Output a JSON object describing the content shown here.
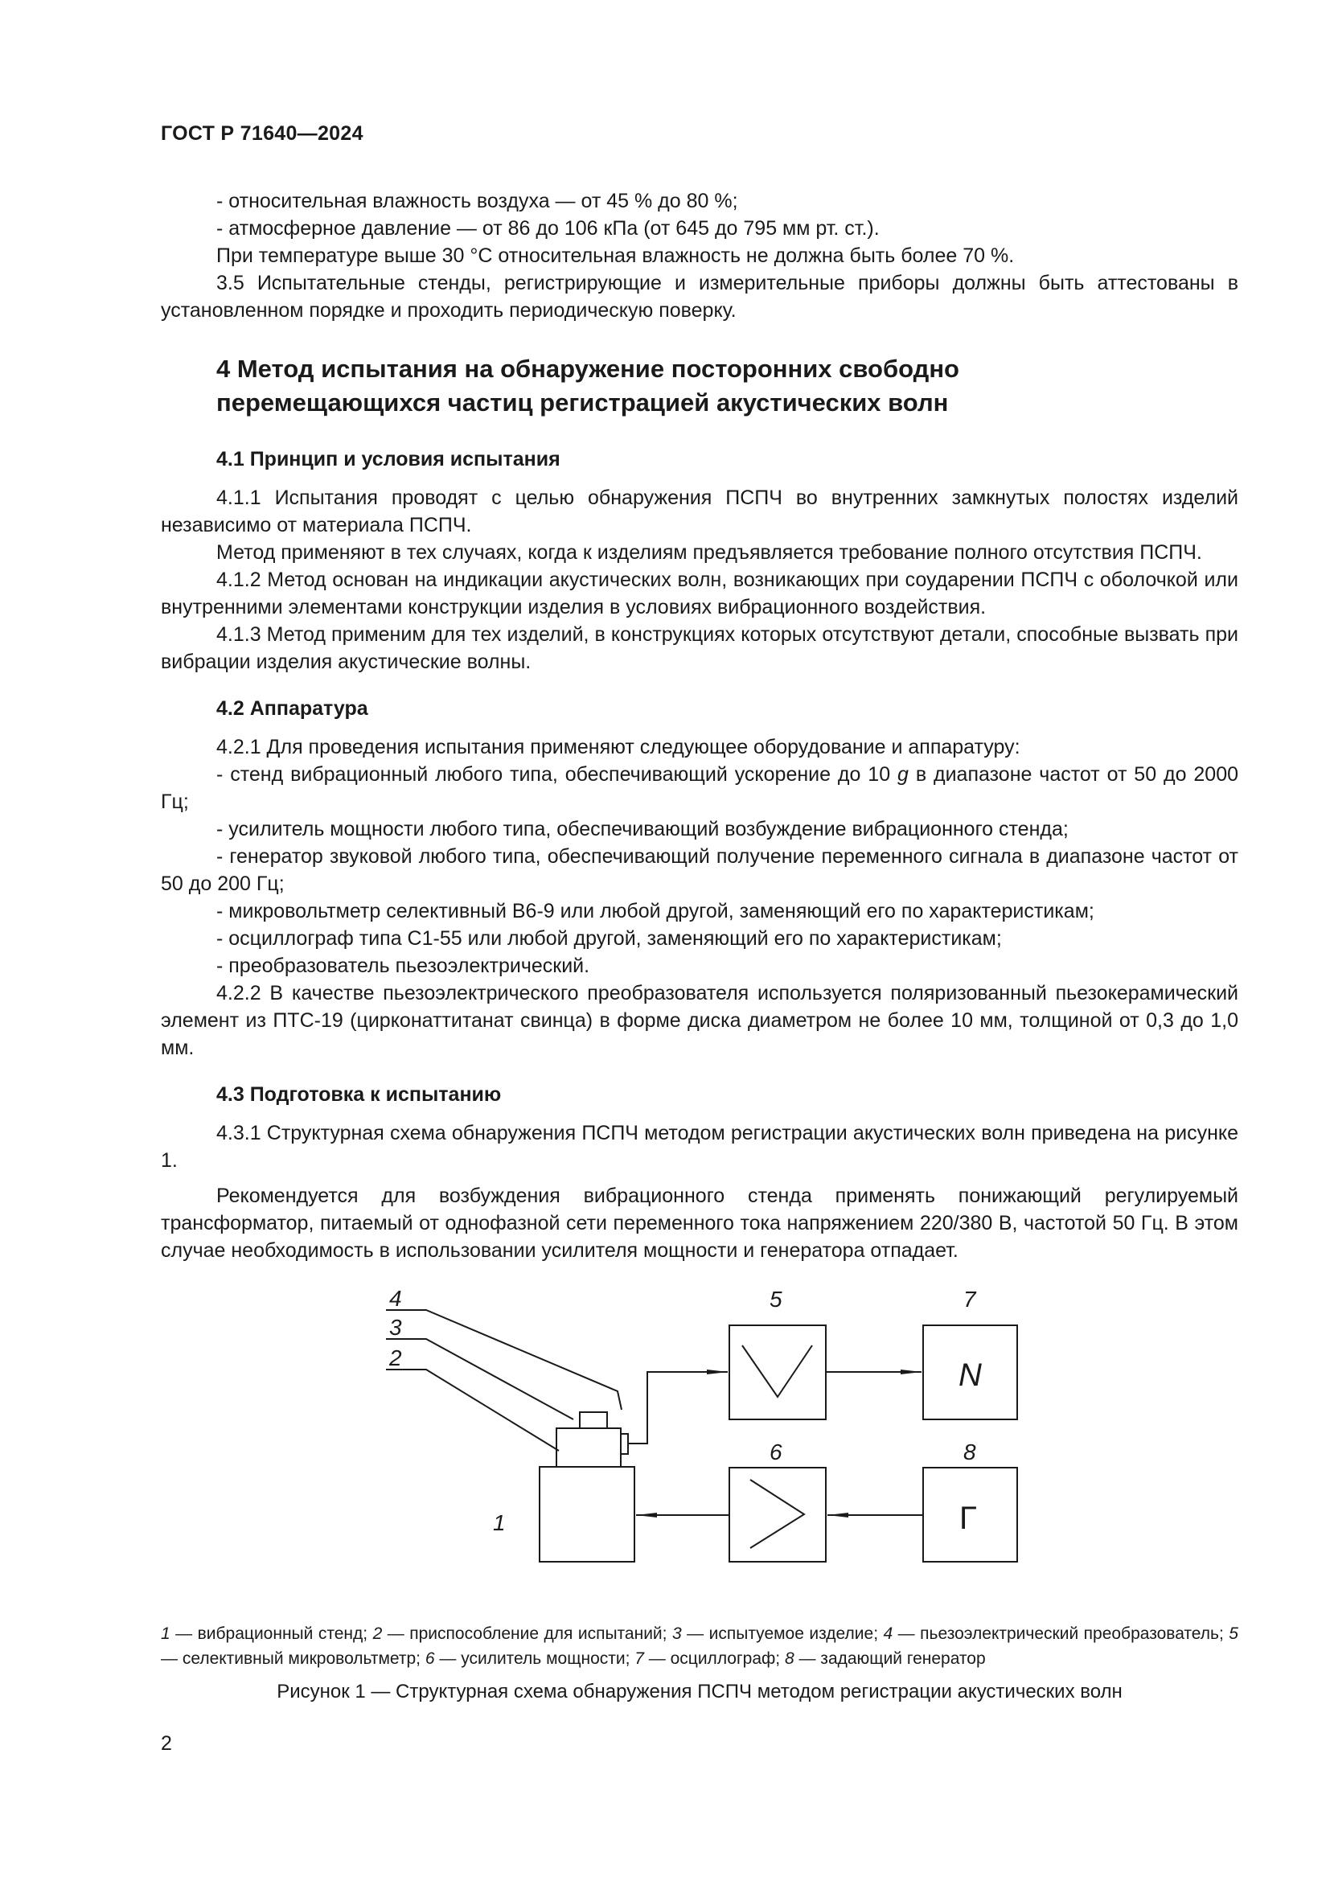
{
  "header": {
    "standard": "ГОСТ Р 71640—2024"
  },
  "intro": {
    "bullet_humidity": "- относительная влажность воздуха — от 45  % до 80  %;",
    "bullet_pressure": "- атмосферное давление — от 86 до 106 кПа (от 645 до 795 мм рт. ст.).",
    "note_temperature": "При температуре выше 30  °С относительная влажность не должна быть более 70  %.",
    "p_3_5": "3.5 Испытательные стенды, регистрирующие и измерительные приборы должны быть аттестованы в установленном порядке и проходить периодическую поверку."
  },
  "section4": {
    "title_line1": "4 Метод испытания на обнаружение посторонних свободно",
    "title_line2": "перемещающихся частиц регистрацией акустических волн"
  },
  "s4_1": {
    "title": "4.1 Принцип и условия испытания",
    "p_4_1_1": "4.1.1 Испытания проводят с целью обнаружения ПСПЧ во внутренних замкнутых полостях изделий независимо от материала ПСПЧ.",
    "p_method": "Метод применяют в тех случаях, когда к изделиям предъявляется требование полного отсутствия ПСПЧ.",
    "p_4_1_2": "4.1.2 Метод основан на индикации акустических волн, возникающих при соударении ПСПЧ с оболочкой или внутренними элементами конструкции изделия в условиях вибрационного воздействия.",
    "p_4_1_3": "4.1.3 Метод применим для тех изделий, в конструкциях которых отсутствуют детали, способные вызвать при вибрации изделия акустические волны."
  },
  "s4_2": {
    "title": "4.2 Аппаратура",
    "p_4_2_1": "4.2.1 Для проведения испытания применяют следующее оборудование и аппаратуру:",
    "b1_pre": "- стенд вибрационный любого типа, обеспечивающий ускорение до 10 ",
    "b1_g": "g",
    "b1_post": " в диапазоне частот от 50 до 2000 Гц;",
    "b2": "- усилитель мощности любого типа, обеспечивающий возбуждение вибрационного стенда;",
    "b3": "- генератор звуковой любого типа, обеспечивающий получение переменного сигнала в диапазоне частот от 50 до 200 Гц;",
    "b4": "- микровольтметр селективный В6-9 или любой другой, заменяющий его по характеристикам;",
    "b5": "- осциллограф типа С1-55 или любой другой, заменяющий его по характеристикам;",
    "b6": "- преобразователь пьезоэлектрический.",
    "p_4_2_2": "4.2.2 В качестве пьезоэлектрического преобразователя используется поляризованный пьезокерамический элемент из ПТС-19 (цирконаттитанат свинца) в форме диска диаметром не более 10 мм, толщиной от 0,3 до 1,0 мм."
  },
  "s4_3": {
    "title": "4.3 Подготовка к испытанию",
    "p_4_3_1": "4.3.1 Структурная схема обнаружения ПСПЧ методом регистрации акустических волн приведена на рисунке 1.",
    "p_recommend": "Рекомендуется для возбуждения вибрационного стенда применять понижающий регулируемый трансформатор, питаемый от однофазной сети переменного тока напряжением 220/380 В, частотой 50  Гц. В этом случае необходимость в использовании усилителя мощности и генератора отпадает."
  },
  "figure": {
    "labels": {
      "n1": "1",
      "n2": "2",
      "n3": "3",
      "n4": "4",
      "n5": "5",
      "n6": "6",
      "n7": "7",
      "n8": "8"
    },
    "oscilloscope_symbol": "N",
    "generator_symbol": "Г",
    "legend": [
      {
        "num": "1",
        "text": " — вибрационный стенд; "
      },
      {
        "num": "2",
        "text": " — приспособление для испытаний; "
      },
      {
        "num": "3",
        "text": " — испытуемое изделие; "
      },
      {
        "num": "4",
        "text": " — пьезоэлектрический преобразователь; "
      },
      {
        "num": "5",
        "text": " — селективный микровольтметр; "
      },
      {
        "num": "6",
        "text": " — усилитель мощности; "
      },
      {
        "num": "7",
        "text": " — осциллограф; "
      },
      {
        "num": "8",
        "text": " — задающий генератор"
      }
    ],
    "title": "Рисунок 1 — Структурная схема обнаружения ПСПЧ методом регистрации акустических волн"
  },
  "footer": {
    "page_number": "2"
  }
}
